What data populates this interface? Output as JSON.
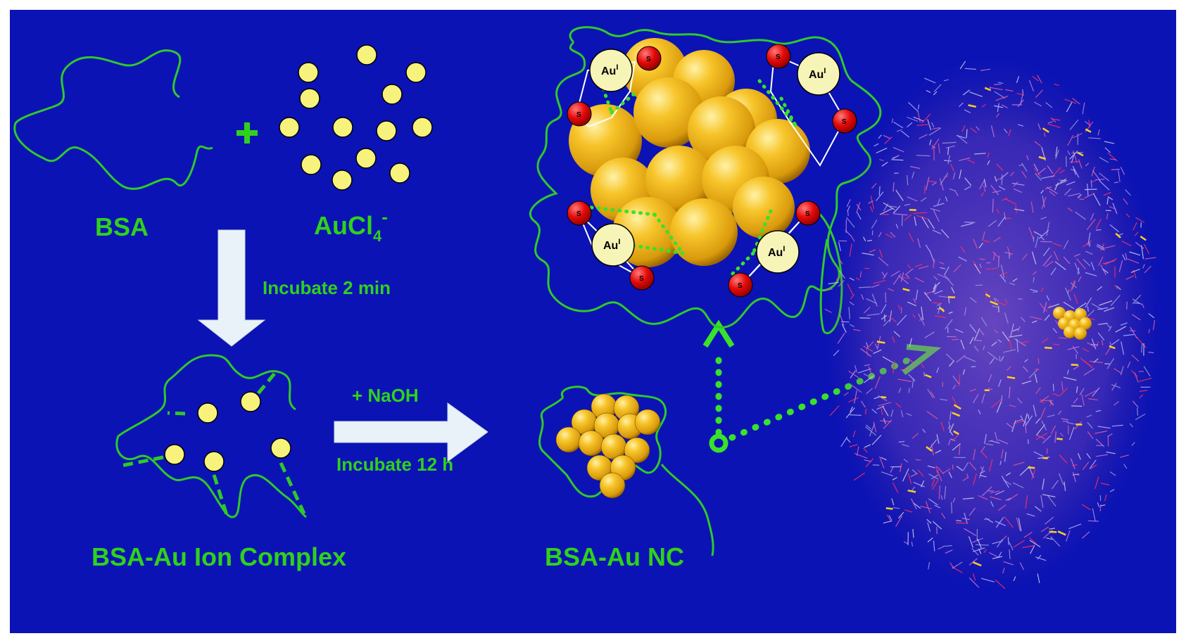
{
  "labels": {
    "bsa": "BSA",
    "aucl4_main": "AuCl",
    "aucl4_sub": "4",
    "aucl4_sup": "-",
    "incubate_2min": "Incubate 2 min",
    "naoh": "+ NaOH",
    "incubate_12h": "Incubate 12 h",
    "complex": "BSA-Au Ion Complex",
    "nc": "BSA-Au NC",
    "au_main": "Au",
    "au_sup": "I",
    "s": "S"
  },
  "colors": {
    "background": "#0b13b4",
    "border": "#ffffff",
    "label_green": "#2fd21a",
    "strand_green": "#2fc92a",
    "ion_yellow": "#f7f27c",
    "gold": "#f4b419",
    "gold_dark": "#b57b07",
    "sulfur_red": "#e60a0a",
    "arrow_fill": "#e8f2f8",
    "dotted_green": "#38e22a"
  },
  "icons": {
    "plus": "plus-icon",
    "down_arrow": "down-arrow-icon",
    "right_arrow": "right-arrow-icon"
  }
}
